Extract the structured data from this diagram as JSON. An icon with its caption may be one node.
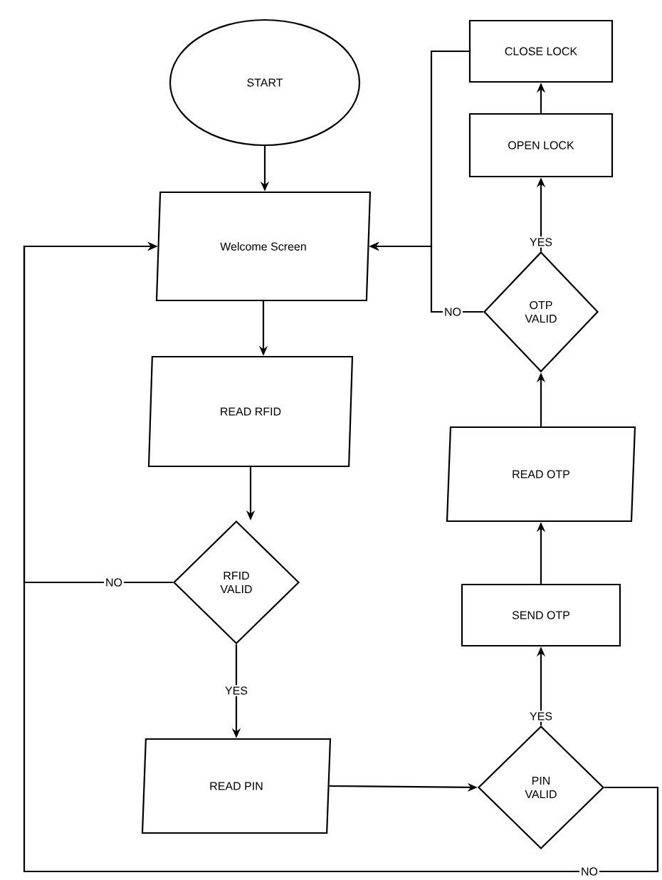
{
  "diagram": {
    "nodes": [
      {
        "text": [
          "START"
        ]
      },
      {
        "text": [
          "Welcome Screen"
        ]
      },
      {
        "text": [
          "READ RFID"
        ]
      },
      {
        "text": [
          "RFID VALID"
        ]
      },
      {
        "text": [
          "READ PIN"
        ]
      },
      {
        "text": [
          "PIN VALID"
        ]
      },
      {
        "text": [
          "SEND OTP"
        ]
      },
      {
        "text": [
          "READ OTP"
        ]
      },
      {
        "text": [
          "OTP VALID"
        ]
      },
      {
        "text": [
          "OPEN LOCK"
        ]
      },
      {
        "text": [
          "CLOSE LOCK"
        ]
      }
    ],
    "edges": [
      {
        "from": 0,
        "to": 1,
        "arrow": "to"
      },
      {
        "from": 1,
        "to": 2,
        "arrow": "to"
      },
      {
        "from": 2,
        "to": 3,
        "arrow": "to"
      },
      {
        "from": 3,
        "to": 4,
        "arrow": "to",
        "label": "YES"
      },
      {
        "from": 3,
        "to": 1,
        "arrow": "to",
        "label": "NO"
      },
      {
        "from": 4,
        "to": 5,
        "arrow": "to"
      },
      {
        "from": 5,
        "to": 6,
        "arrow": "to",
        "label": "YES"
      },
      {
        "from": 5,
        "to": 1,
        "arrow": "to",
        "label": "NO"
      },
      {
        "from": 6,
        "to": 7,
        "arrow": "to"
      },
      {
        "from": 7,
        "to": 8,
        "arrow": "to"
      },
      {
        "from": 8,
        "to": 9,
        "arrow": "to",
        "label": "YES"
      },
      {
        "from": 8,
        "to": 1,
        "arrow": "to",
        "label": "NO"
      },
      {
        "from": 9,
        "to": 10,
        "arrow": "to"
      },
      {
        "from": 10,
        "to": 1,
        "arrow": "to"
      }
    ]
  }
}
